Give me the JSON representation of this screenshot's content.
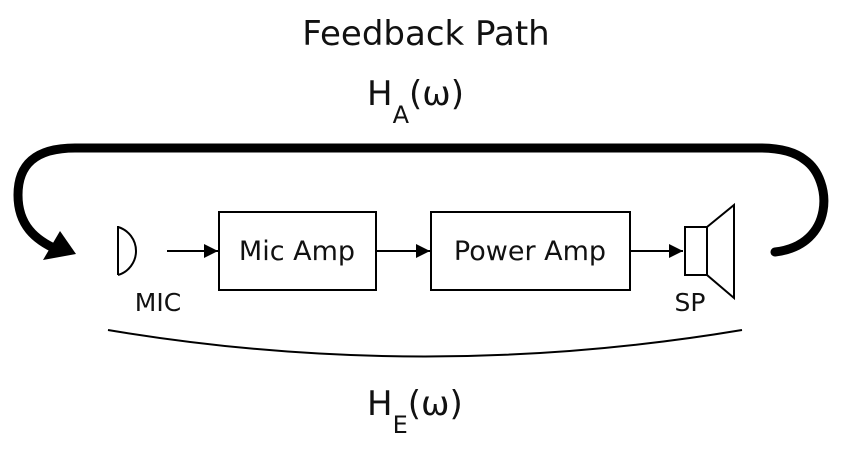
{
  "diagram": {
    "title": "Feedback Path",
    "feedback_function": {
      "base": "H",
      "subscript": "A",
      "argument": "(ω)"
    },
    "electrical_function": {
      "base": "H",
      "subscript": "E",
      "argument": "(ω)"
    },
    "blocks": [
      {
        "id": "mic-amp",
        "label": "Mic Amp"
      },
      {
        "id": "power-amp",
        "label": "Power Amp"
      }
    ],
    "components": {
      "microphone": "MIC",
      "speaker": "SP"
    },
    "colors": {
      "stroke": "#000000",
      "text": "#111111",
      "background": "#ffffff"
    }
  }
}
